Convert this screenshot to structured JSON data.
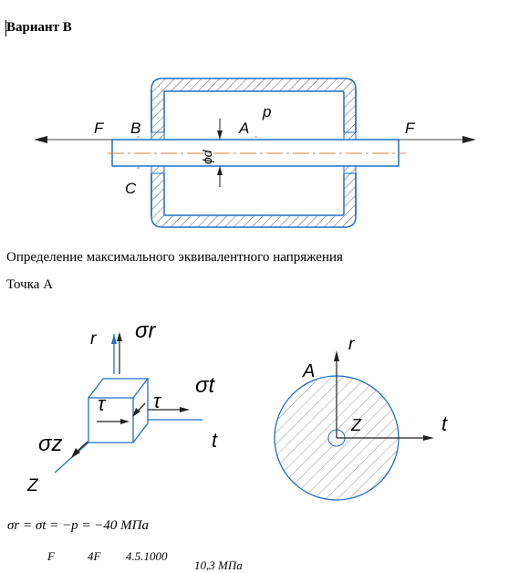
{
  "doc": {
    "heading": "Вариант В",
    "subtitle": "Определение максимального эквивалентного напряжения",
    "point_title": "Точка А"
  },
  "fig1": {
    "label_F_left": "F",
    "label_F_right": "F",
    "label_B": "B",
    "label_A": "A",
    "label_p": "p",
    "label_C": "C",
    "label_d": "ϕd"
  },
  "fig2": {
    "label_r": "r",
    "label_t": "t",
    "label_z": "Z",
    "sigma_r": "σr",
    "sigma_t": "σt",
    "sigma_z": "σz",
    "tau_1": "τ",
    "tau_2": "τ"
  },
  "fig3": {
    "label_A": "A",
    "label_r": "r",
    "label_z": "Z",
    "label_t": "t"
  },
  "formulas": {
    "eq1": "σr = σt = −p = −40 МПа",
    "eq2_num1": "F",
    "eq2_num2": "4F",
    "eq2_num3": "4.5.1000",
    "eq2_result": "10,3 МПа"
  },
  "colors": {
    "line_blue": "#1f6fc7",
    "centerline_orange": "#d9823b",
    "hatch": "#555555",
    "text": "#000000"
  }
}
